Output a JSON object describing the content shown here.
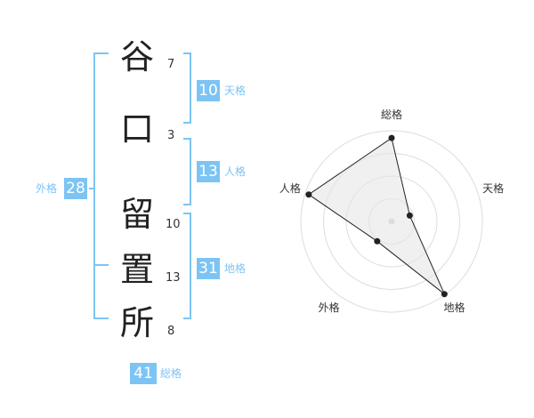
{
  "name": {
    "chars": [
      "谷",
      "口",
      "留",
      "置",
      "所"
    ],
    "strokes": [
      "7",
      "3",
      "10",
      "13",
      "8"
    ]
  },
  "kaku": {
    "ten": {
      "value": "10",
      "label": "天格"
    },
    "jin": {
      "value": "13",
      "label": "人格"
    },
    "chi": {
      "value": "31",
      "label": "地格"
    },
    "gai": {
      "value": "28",
      "label": "外格"
    },
    "sou": {
      "value": "41",
      "label": "総格"
    }
  },
  "chart_data": {
    "type": "radar",
    "axes": [
      "総格",
      "天格",
      "地格",
      "外格",
      "人格"
    ],
    "values": [
      0.92,
      0.21,
      0.99,
      0.27,
      0.96
    ],
    "rmax": 1,
    "rings": 4,
    "colors": {
      "fill": "#e6e6e6",
      "stroke": "#222222",
      "ring": "#dddddd",
      "center": "#cccccc"
    }
  }
}
